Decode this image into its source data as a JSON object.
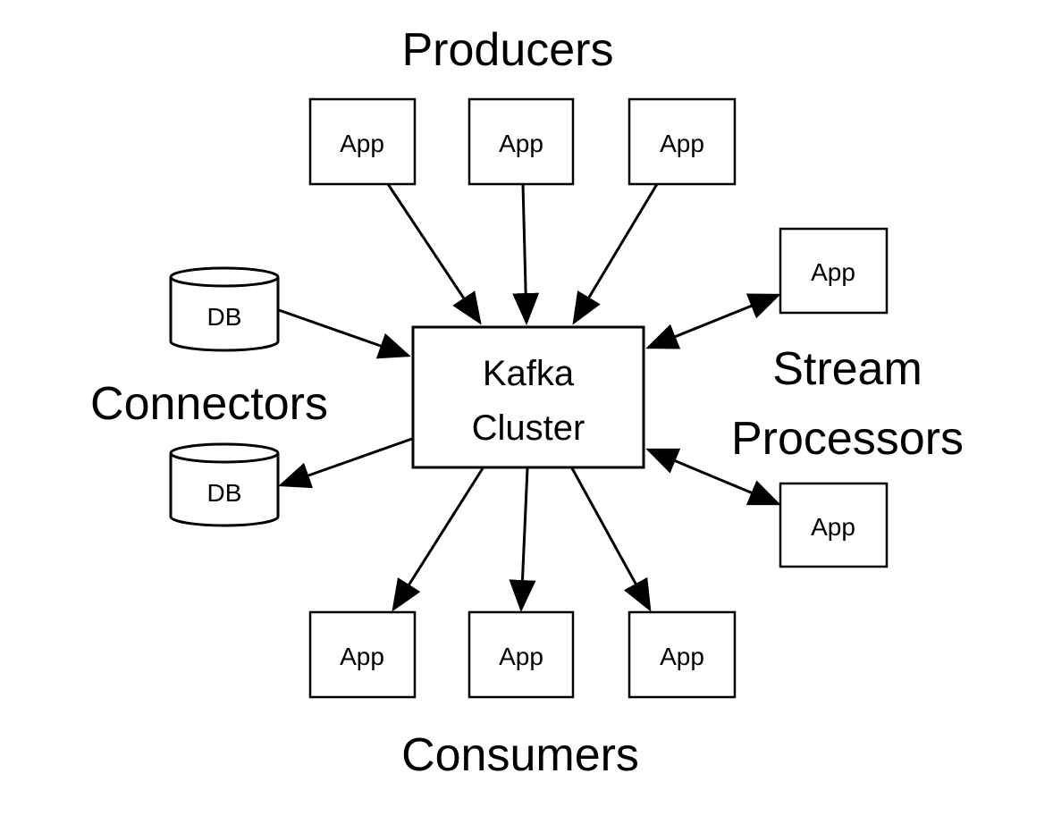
{
  "groups": {
    "producers": "Producers",
    "consumers": "Consumers",
    "connectors": "Connectors",
    "stream_processors": [
      "Stream",
      "Processors"
    ]
  },
  "cluster": [
    "Kafka",
    "Cluster"
  ],
  "producer_apps": [
    "App",
    "App",
    "App"
  ],
  "consumer_apps": [
    "App",
    "App",
    "App"
  ],
  "stream_apps": [
    "App",
    "App"
  ],
  "databases": [
    "DB",
    "DB"
  ],
  "colors": {
    "stroke": "#000000",
    "background": "#ffffff"
  }
}
